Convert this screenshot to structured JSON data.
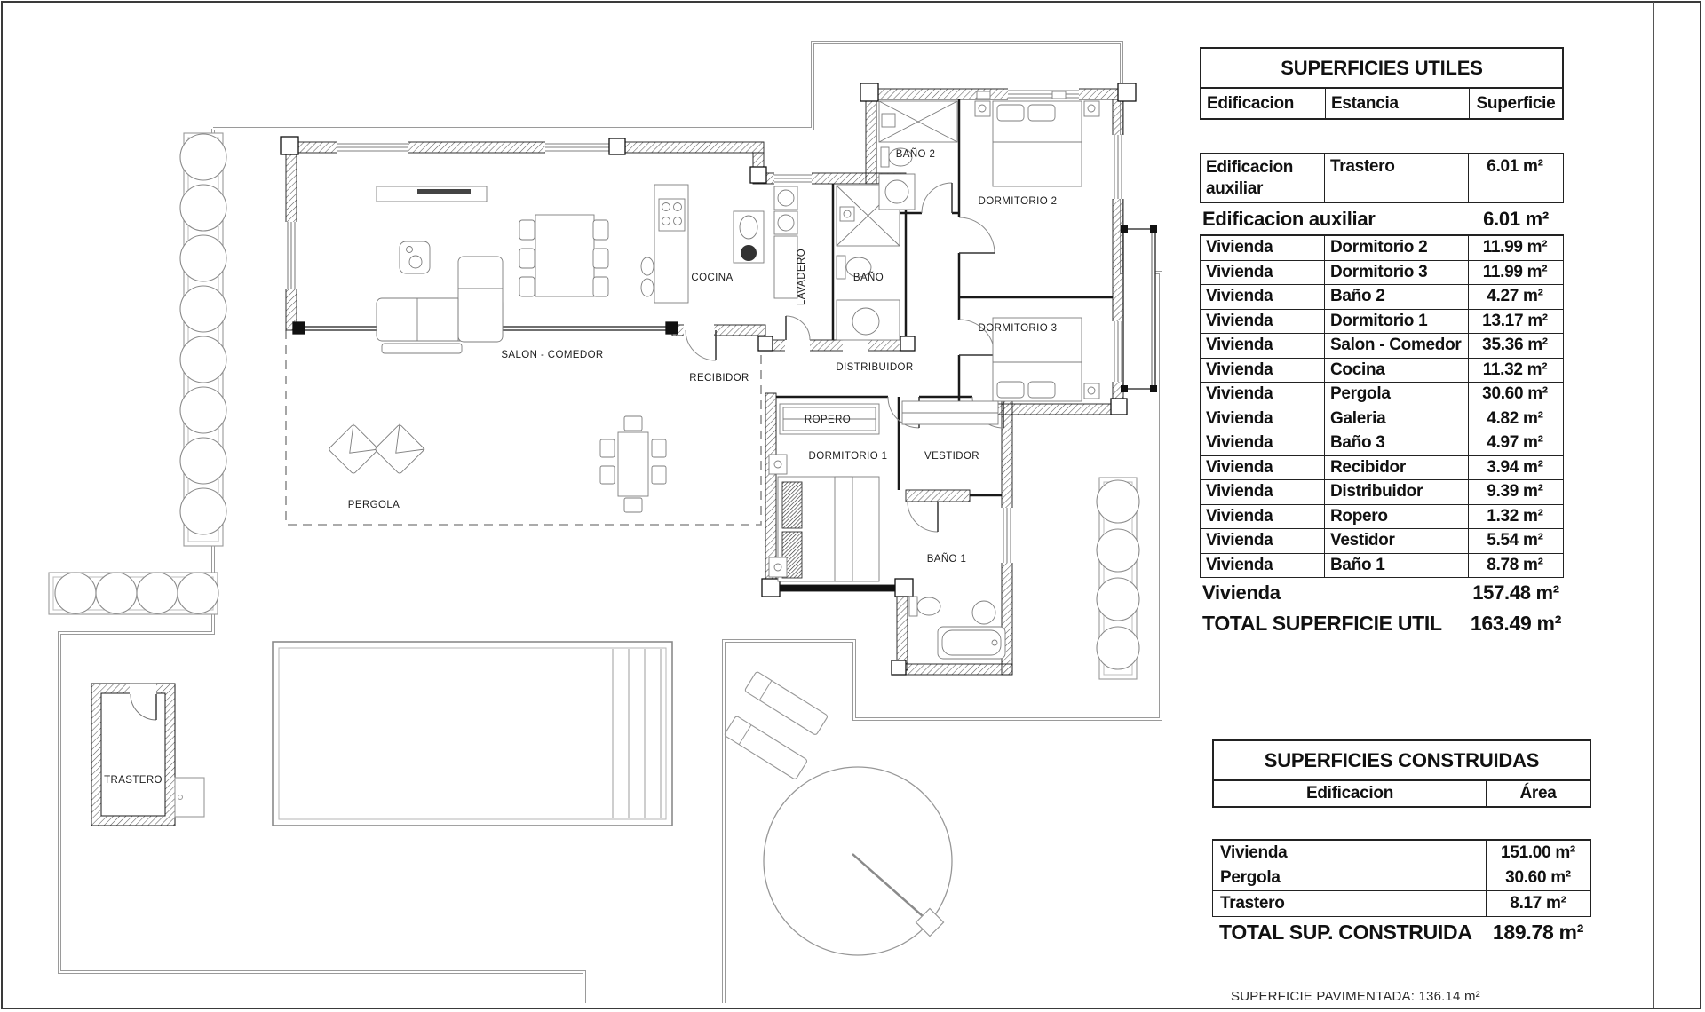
{
  "plan": {
    "room_labels": [
      {
        "id": "salon-comedor",
        "text": "SALON - COMEDOR"
      },
      {
        "id": "cocina",
        "text": "COCINA"
      },
      {
        "id": "lavadero",
        "text": "LAVADERO"
      },
      {
        "id": "bano",
        "text": "BAÑO"
      },
      {
        "id": "bano-2",
        "text": "BAÑO 2"
      },
      {
        "id": "dormitorio-2",
        "text": "DORMITORIO 2"
      },
      {
        "id": "dormitorio-3",
        "text": "DORMITORIO 3"
      },
      {
        "id": "distribuidor",
        "text": "DISTRIBUIDOR"
      },
      {
        "id": "recibidor",
        "text": "RECIBIDOR"
      },
      {
        "id": "ropero",
        "text": "ROPERO"
      },
      {
        "id": "dormitorio-1",
        "text": "DORMITORIO 1"
      },
      {
        "id": "vestidor",
        "text": "VESTIDOR"
      },
      {
        "id": "bano-1",
        "text": "BAÑO 1"
      },
      {
        "id": "pergola",
        "text": "PERGOLA"
      },
      {
        "id": "trastero",
        "text": "TRASTERO"
      }
    ]
  },
  "tables": {
    "superficies_utiles": {
      "title": "SUPERFICIES UTILES",
      "columns": [
        "Edificacion",
        "Estancia",
        "Superficie"
      ],
      "aux_row": {
        "edificacion": "Edificacion auxiliar",
        "estancia": "Trastero",
        "superficie": "6.01 m²"
      },
      "aux_subtotal": {
        "label": "Edificacion auxiliar",
        "value": "6.01 m²"
      },
      "rows": [
        {
          "edificacion": "Vivienda",
          "estancia": "Dormitorio 2",
          "superficie": "11.99 m²"
        },
        {
          "edificacion": "Vivienda",
          "estancia": "Dormitorio 3",
          "superficie": "11.99 m²"
        },
        {
          "edificacion": "Vivienda",
          "estancia": "Baño 2",
          "superficie": "4.27 m²"
        },
        {
          "edificacion": "Vivienda",
          "estancia": "Dormitorio 1",
          "superficie": "13.17 m²"
        },
        {
          "edificacion": "Vivienda",
          "estancia": "Salon - Comedor",
          "superficie": "35.36 m²"
        },
        {
          "edificacion": "Vivienda",
          "estancia": "Cocina",
          "superficie": "11.32 m²"
        },
        {
          "edificacion": "Vivienda",
          "estancia": "Pergola",
          "superficie": "30.60 m²"
        },
        {
          "edificacion": "Vivienda",
          "estancia": "Galeria",
          "superficie": "4.82 m²"
        },
        {
          "edificacion": "Vivienda",
          "estancia": "Baño 3",
          "superficie": "4.97 m²"
        },
        {
          "edificacion": "Vivienda",
          "estancia": "Recibidor",
          "superficie": "3.94 m²"
        },
        {
          "edificacion": "Vivienda",
          "estancia": "Distribuidor",
          "superficie": "9.39 m²"
        },
        {
          "edificacion": "Vivienda",
          "estancia": "Ropero",
          "superficie": "1.32 m²"
        },
        {
          "edificacion": "Vivienda",
          "estancia": "Vestidor",
          "superficie": "5.54 m²"
        },
        {
          "edificacion": "Vivienda",
          "estancia": "Baño 1",
          "superficie": "8.78 m²"
        }
      ],
      "vivienda_subtotal": {
        "label": "Vivienda",
        "value": "157.48 m²"
      },
      "total": {
        "label": "TOTAL SUPERFICIE UTIL",
        "value": "163.49 m²"
      }
    },
    "superficies_construidas": {
      "title": "SUPERFICIES CONSTRUIDAS",
      "columns": [
        "Edificacion",
        "Área"
      ],
      "rows": [
        {
          "edificacion": "Vivienda",
          "area": "151.00 m²"
        },
        {
          "edificacion": "Pergola",
          "area": "30.60 m²"
        },
        {
          "edificacion": "Trastero",
          "area": "8.17 m²"
        }
      ],
      "total": {
        "label": "TOTAL SUP. CONSTRUIDA",
        "value": "189.78 m²"
      }
    },
    "note": "SUPERFICIE PAVIMENTADA: 136.14 m²"
  },
  "colors": {
    "wall": "#1a1a1a",
    "site_line": "#999999",
    "table_border": "#222222",
    "background": "#ffffff"
  }
}
